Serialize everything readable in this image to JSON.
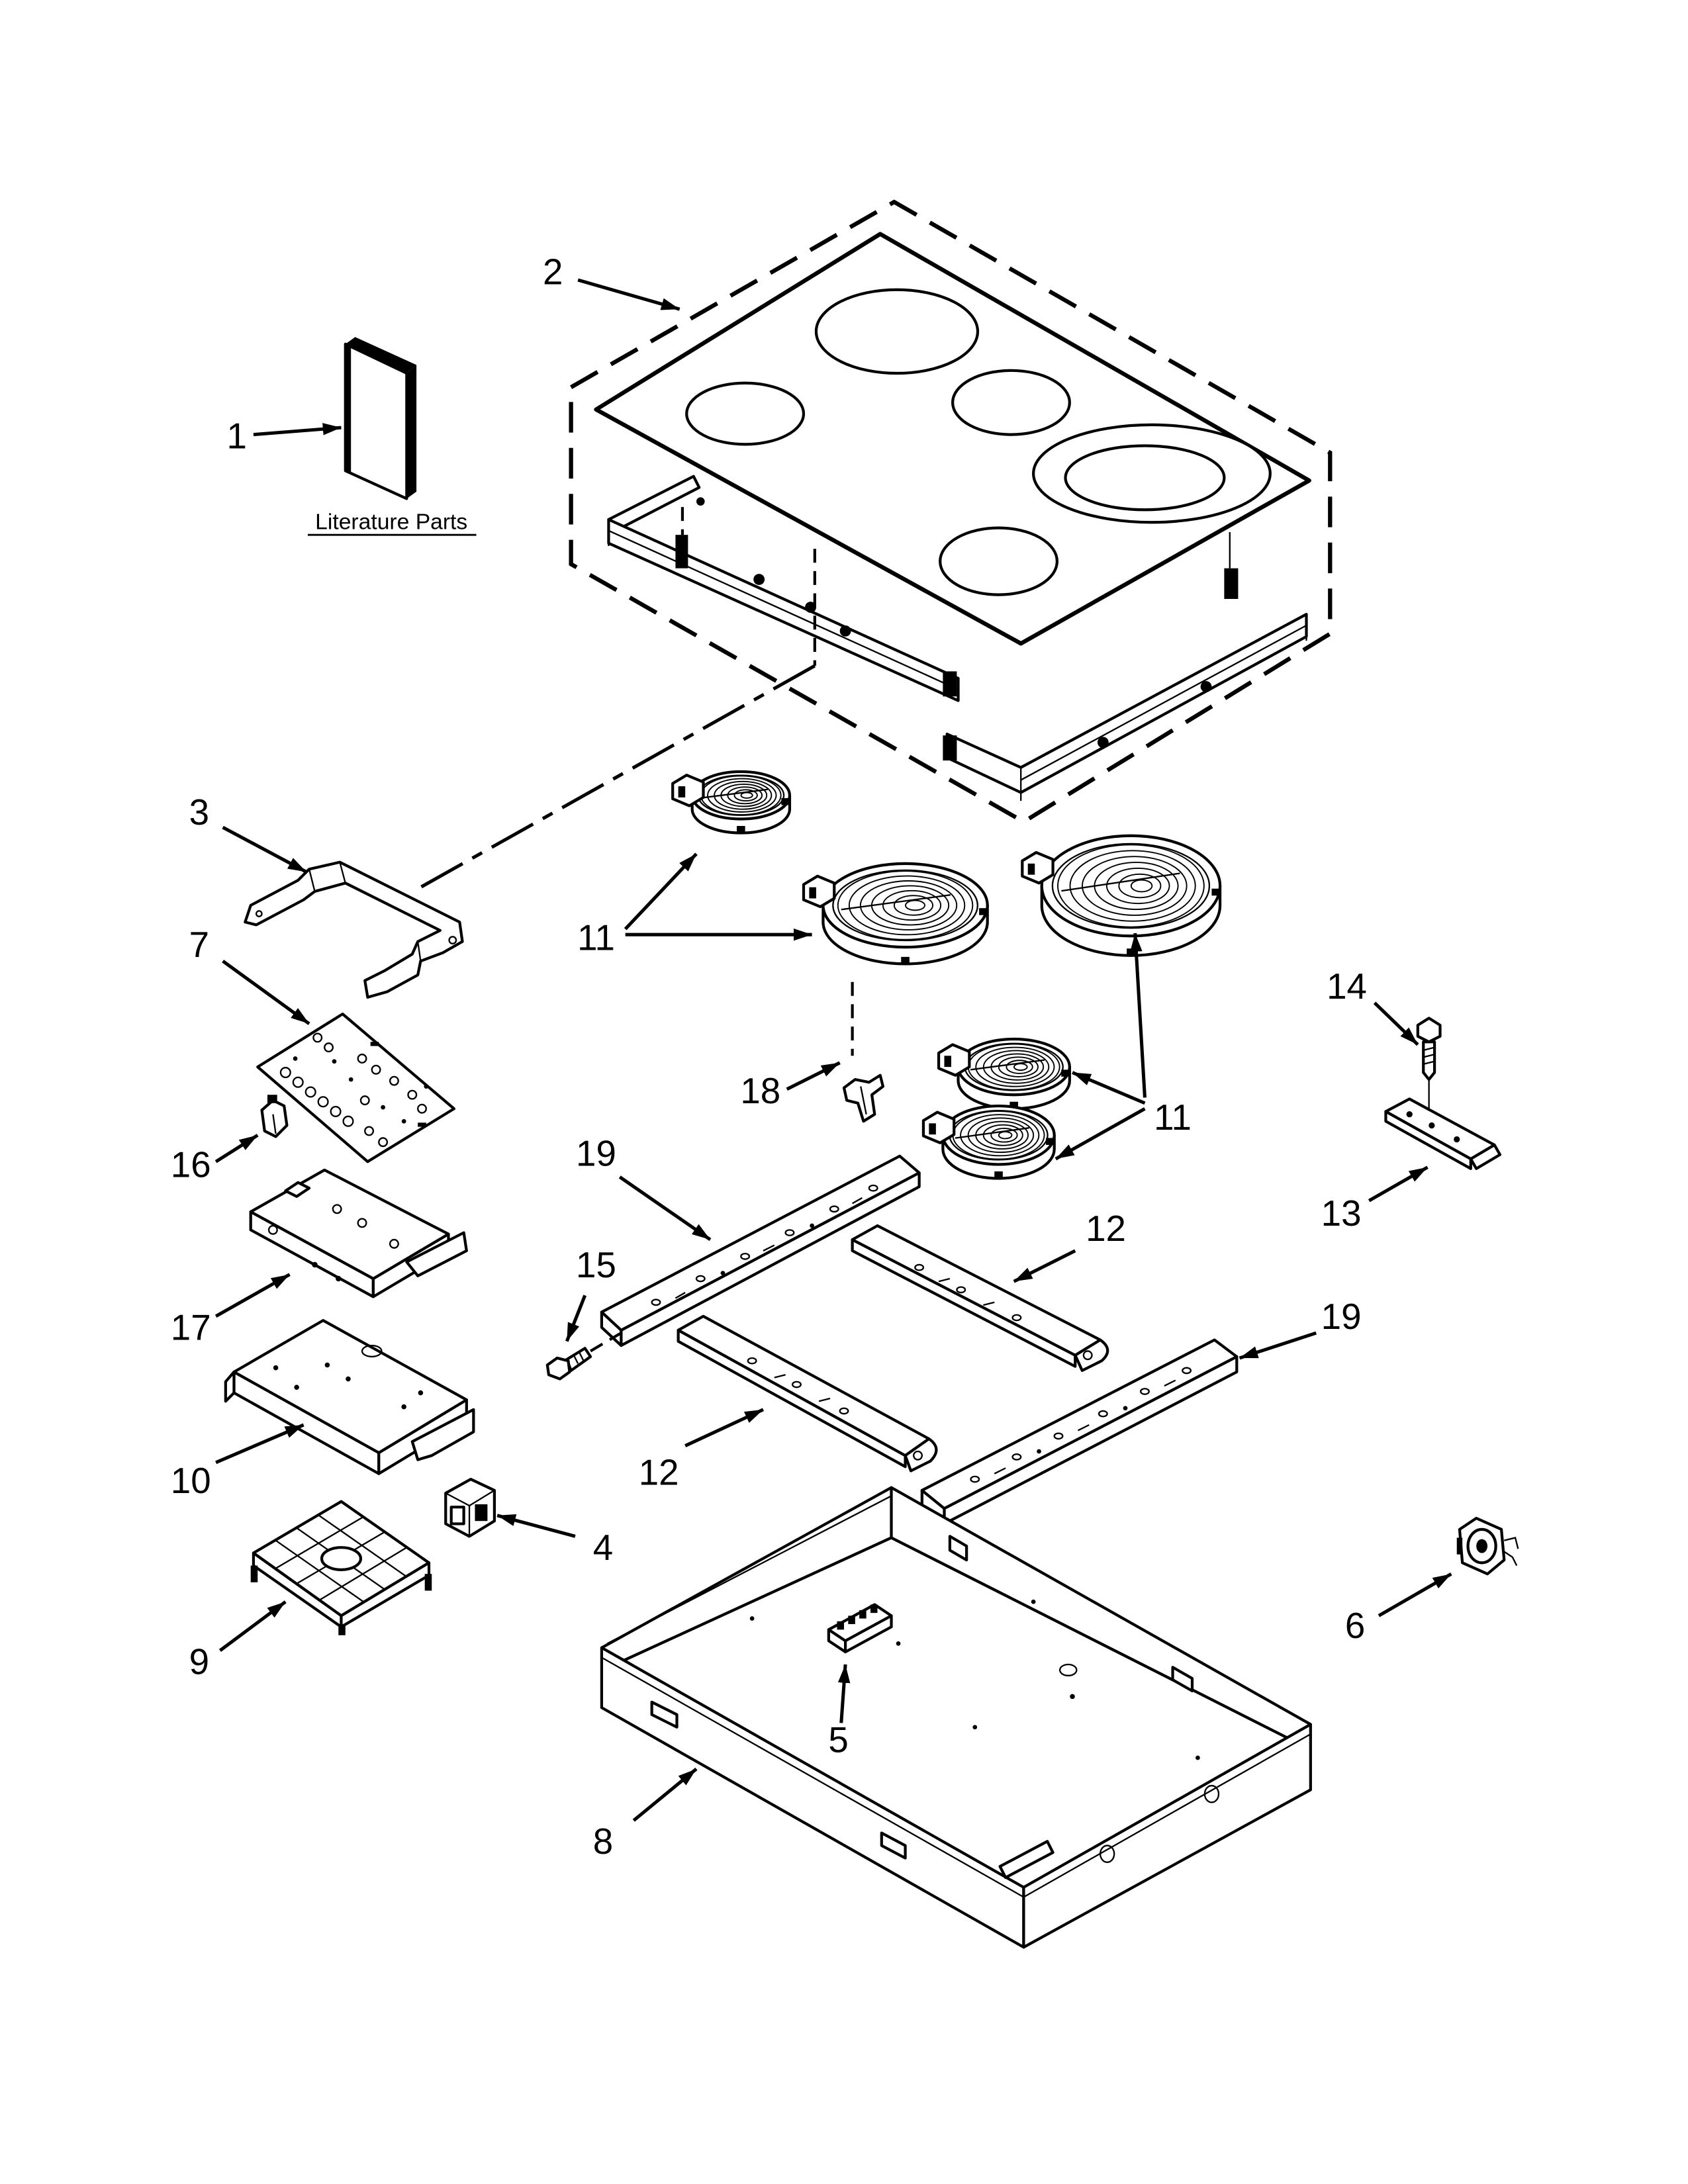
{
  "literature_label": "Literature Parts",
  "callouts": [
    "1",
    "2",
    "3",
    "7",
    "11",
    "18",
    "14",
    "16",
    "11",
    "19",
    "15",
    "12",
    "17",
    "13",
    "10",
    "12",
    "19",
    "4",
    "9",
    "6",
    "5",
    "8"
  ]
}
